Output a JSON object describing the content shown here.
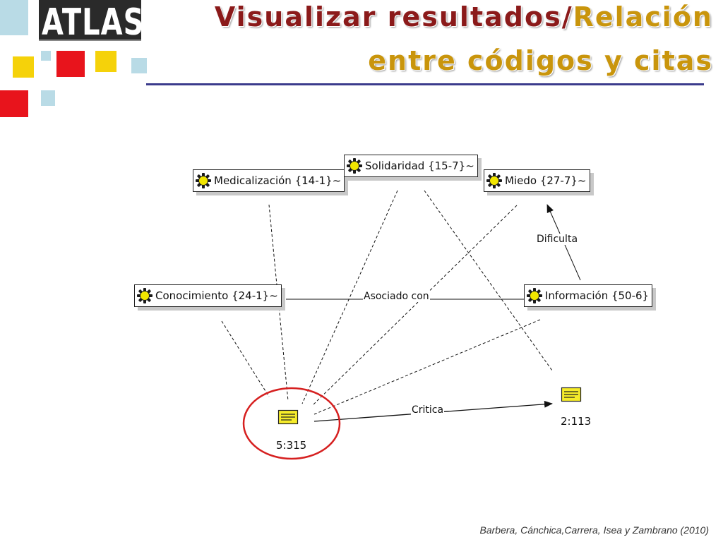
{
  "header": {
    "logo_text": "ATLAS.ti",
    "title_line1_part1": "Visualizar resultados/",
    "title_line1_part2": "Relación",
    "title_line2": "entre códigos y citas"
  },
  "colors": {
    "title_dark": "#8b1a1a",
    "title_gold": "#c9950c",
    "rule": "#3b3b8c",
    "red_square": "#e8141c",
    "yellow_square": "#f5d20a",
    "blue_square": "#b9dbe6",
    "highlight_circle": "#d62020"
  },
  "codes": {
    "medicalizacion": "Medicalización {14-1}~",
    "solidaridad": "Solidaridad {15-7}~",
    "miedo": "Miedo {27-7}~",
    "conocimiento": "Conocimiento {24-1}~",
    "informacion": "Información {50-6}"
  },
  "relations": {
    "asociado": "Asociado con",
    "dificulta": "Dificulta",
    "critica": "Critica"
  },
  "quotes": {
    "q1": "5:315",
    "q2": "2:113"
  },
  "footer": {
    "credit": "Barbera, Cánchica,Carrera, Isea y Zambrano (2010)"
  }
}
